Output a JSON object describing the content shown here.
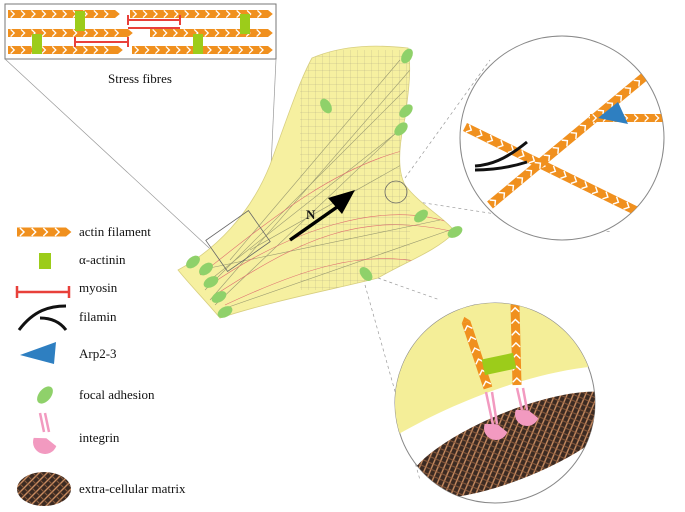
{
  "inset_caption": "Stress fibres",
  "direction_label": "N",
  "legend": {
    "actin": "actin filament",
    "actinin": "α-actinin",
    "myosin": "myosin",
    "filamin": "filamin",
    "arp": "Arp2-3",
    "focal": "focal adhesion",
    "integrin": "integrin",
    "ecm": "extra-cellular matrix"
  },
  "colors": {
    "actin": "#f0901e",
    "actinin": "#9ccc1a",
    "myosin": "#e8403a",
    "arp": "#2e7fc1",
    "focal": "#8fd16a",
    "integrin": "#f29ac0",
    "ecm": "#3b2a22",
    "cell": "#f6f0a0"
  }
}
